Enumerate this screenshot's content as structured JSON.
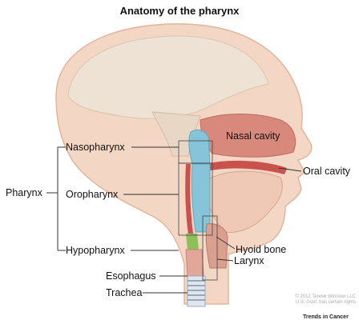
{
  "title": "Anatomy of the pharynx",
  "labels": {
    "pharynx": "Pharynx",
    "nasopharynx": "Nasopharynx",
    "oropharynx": "Oropharynx",
    "hypopharynx": "Hypopharynx",
    "esophagus": "Esophagus",
    "trachea": "Trachea",
    "nasal_cavity": "Nasal cavity",
    "oral_cavity": "Oral cavity",
    "hyoid_bone": "Hyoid bone",
    "larynx": "Larynx"
  },
  "credit": {
    "line1": "© 2012 Terese Winslow LLC",
    "line2": "U.S. Govt. has certain rights"
  },
  "journal": "Trends in Cancer",
  "colors": {
    "skin": "#f3d6c3",
    "skin_dark": "#e6b79c",
    "brain": "#ede2d3",
    "nasal": "#d8897b",
    "pharynx_blue": "#86c4da",
    "tissue_red": "#c9524d",
    "green_region": "#8ec05a"
  }
}
